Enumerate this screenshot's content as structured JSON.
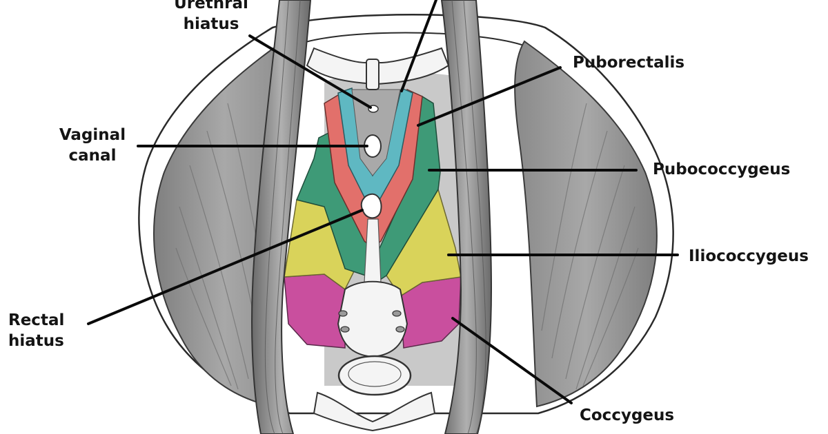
{
  "labels": {
    "urethral_hiatus": [
      "Urethral",
      "hiatus"
    ],
    "vaginal_canal": [
      "Vaginal",
      "canal"
    ],
    "rectal_hiatus": [
      "Rectal",
      "hiatus"
    ],
    "puborectalis": "Puborectalis",
    "pubococcygeus": "Pubococcygeus",
    "iliococcygeus": "Iliococcygeus",
    "coccygeus": "Coccygeus"
  },
  "colors": {
    "puborectalis": "#e2706b",
    "pubococcygeus": "#3e9a77",
    "iliococcygeus": "#d9d35a",
    "coccygeus": "#c94f9e",
    "urethra_band": "#5fb8c2",
    "tissue": "#9c9c9c",
    "bone": "#f4f4f4"
  }
}
